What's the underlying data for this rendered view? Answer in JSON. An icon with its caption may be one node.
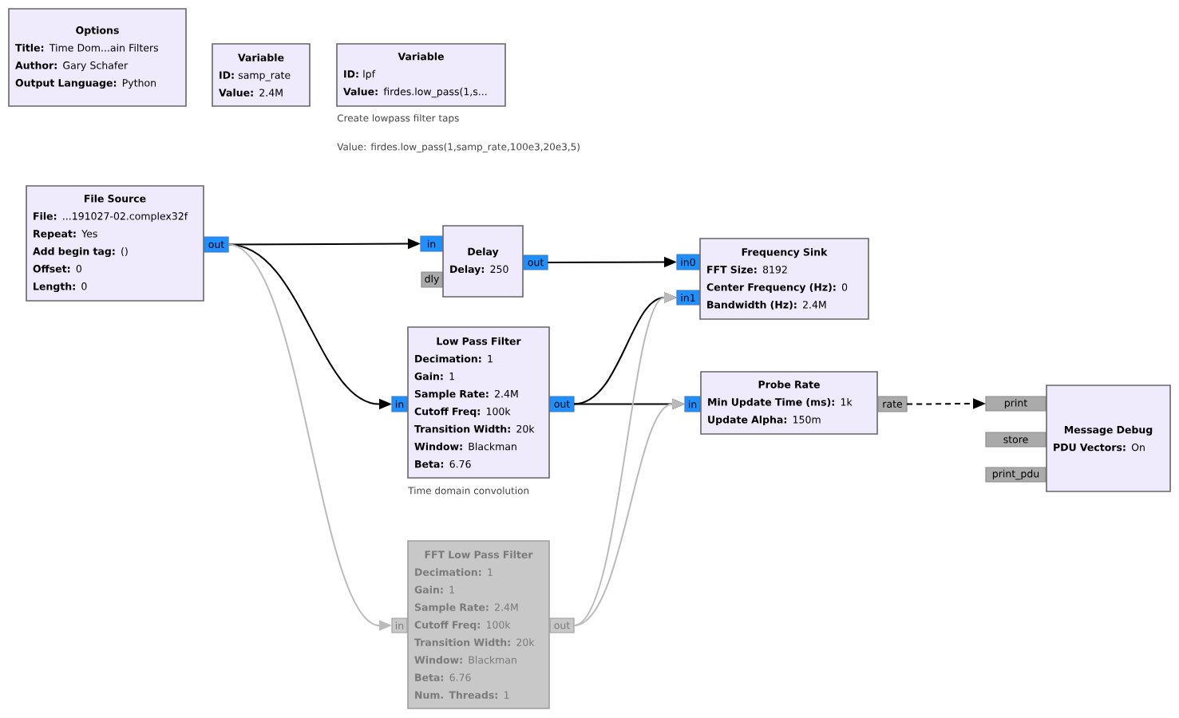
{
  "diagram": {
    "nodes": [
      {
        "text": [
          "Options",
          "**Title:** Time Dom...ain Filters",
          "**Author:** Gary Schafer",
          "**Output Language:** Python"
        ]
      },
      {
        "text": [
          "Variable",
          "**ID:** samp_rate",
          "**Value:** 2.4M"
        ]
      },
      {
        "text": [
          "Variable",
          "**ID:** lpf",
          "**Value:** firdes.low_pass(1,s..."
        ],
        "beside": [
          "Create lowpass filter taps",
          "Value: firdes.low_pass(1,samp_rate,100e3,20e3,5)"
        ]
      },
      {
        "text": [
          "File Source",
          "**File:** ...191027-02.complex32f",
          "**Repeat:** Yes",
          "**Add begin tag:** ()",
          "**Offset:** 0",
          "**Length:** 0"
        ]
      },
      {
        "text": [
          "out"
        ]
      },
      {
        "text": [
          "in"
        ]
      },
      {
        "text": [
          "dly"
        ]
      },
      {
        "text": [
          "Delay",
          "**Delay:** 250"
        ]
      },
      {
        "text": [
          "out"
        ]
      },
      {
        "text": [
          "in0"
        ]
      },
      {
        "text": [
          "in1"
        ]
      },
      {
        "text": [
          "Frequency Sink",
          "**FFT Size:** 8192",
          "**Center Frequency (Hz):** 0",
          "**Bandwidth (Hz):** 2.4M"
        ]
      },
      {
        "text": [
          "in"
        ]
      },
      {
        "text": [
          "Low Pass Filter",
          "**Decimation:** 1",
          "**Gain:** 1",
          "**Sample Rate:** 2.4M",
          "**Cutoff Freq:** 100k",
          "**Transition Width:** 20k",
          "**Window:** Blackman",
          "**Beta:** 6.76"
        ],
        "beside": [
          "Time domain convolution"
        ]
      },
      {
        "text": [
          "out"
        ]
      },
      {
        "text": [
          "in"
        ]
      },
      {
        "text": [
          "Probe Rate",
          "**Min Update Time (ms):** 1k",
          "**Update Alpha:** 150m"
        ]
      },
      {
        "text": [
          "rate"
        ]
      },
      {
        "text": [
          "print"
        ]
      },
      {
        "text": [
          "store"
        ]
      },
      {
        "text": [
          "print_pdu"
        ]
      },
      {
        "text": [
          "Message Debug",
          "**PDU Vectors:** On"
        ]
      },
      {
        "text": [
          "in"
        ]
      },
      {
        "text": [
          "FFT Low Pass Filter",
          "**Decimation:** 1",
          "**Gain:** 1",
          "**Sample Rate:** 2.4M",
          "**Cutoff Freq:** 100k",
          "**Transition Width:** 20k",
          "**Window:** Blackman",
          "**Beta:** 6.76",
          "**Num. Threads:** 1"
        ]
      },
      {
        "text": [
          "out"
        ]
      }
    ],
    "edges": [
      {
        "from": 4,
        "to": 5,
        "arrow": "to"
      },
      {
        "from": 4,
        "to": 12,
        "arrow": "to"
      },
      {
        "from": 4,
        "to": 22,
        "arrow": "to",
        "color": "#bbbbbb"
      },
      {
        "from": 8,
        "to": 9,
        "arrow": "to"
      },
      {
        "from": 14,
        "to": 10,
        "arrow": "to"
      },
      {
        "from": 14,
        "to": 15,
        "arrow": "to"
      },
      {
        "from": 24,
        "to": 10,
        "arrow": "to",
        "color": "#bbbbbb"
      },
      {
        "from": 24,
        "to": 15,
        "arrow": "to",
        "color": "#bbbbbb"
      },
      {
        "from": 17,
        "to": 18,
        "arrow": "to",
        "style": "dashed"
      }
    ]
  }
}
